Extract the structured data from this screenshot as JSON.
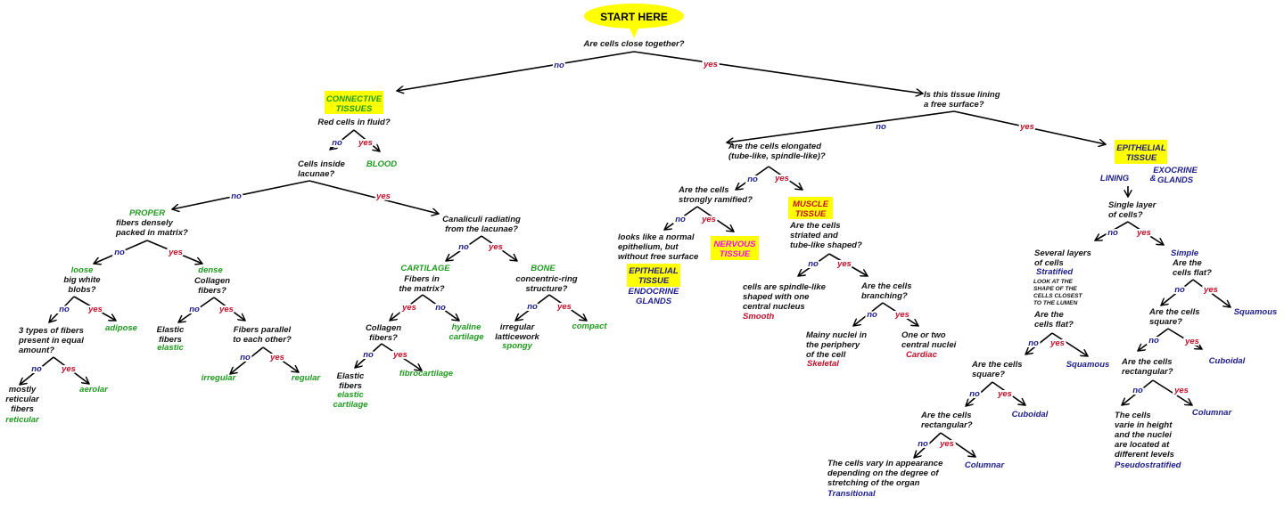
{
  "colors": {
    "question": "#111111",
    "connective": "#1f9a1f",
    "epithelial": "#1c1c8c",
    "muscle": "#c0102a",
    "nervous": "#ff00ff",
    "no": "#1c1c8c",
    "yes": "#c0102a",
    "highlight": "#ffff00"
  },
  "labels": {
    "no": "no",
    "yes": "yes"
  },
  "nodes": {
    "start": {
      "kind": "start",
      "lines": [
        "START HERE"
      ]
    },
    "q_close": {
      "kind": "question",
      "lines": [
        "Are cells close together?"
      ]
    },
    "connective": {
      "kind": "connective",
      "lines": [
        "CONNECTIVE",
        "TISSUES"
      ]
    },
    "q_red": {
      "kind": "question",
      "lines": [
        "Red cells in fluid?"
      ]
    },
    "blood": {
      "kind": "connective",
      "lines": [
        "BLOOD"
      ]
    },
    "q_lacunae": {
      "kind": "question",
      "lines": [
        "Cells inside",
        "lacunae?"
      ]
    },
    "proper": {
      "kind": "connective",
      "lines": [
        "PROPER"
      ]
    },
    "q_dense": {
      "kind": "question",
      "lines": [
        "fibers densely",
        "packed in matrix?"
      ]
    },
    "loose": {
      "kind": "connective",
      "lines": [
        "loose"
      ]
    },
    "q_blobs": {
      "kind": "question",
      "lines": [
        "big white",
        "blobs?"
      ]
    },
    "dense": {
      "kind": "connective",
      "lines": [
        "dense"
      ]
    },
    "q_collagen1": {
      "kind": "question",
      "lines": [
        "Collagen",
        "fibers?"
      ]
    },
    "q_3types": {
      "kind": "question",
      "lines": [
        "3 types of fibers",
        "present in equal",
        "amount?"
      ]
    },
    "adipose": {
      "kind": "connective",
      "lines": [
        "adipose"
      ]
    },
    "mostly": {
      "kind": "question",
      "lines": [
        "mostly",
        "reticular",
        "fibers"
      ]
    },
    "reticular": {
      "kind": "connective",
      "lines": [
        "reticular"
      ]
    },
    "aerolar": {
      "kind": "connective",
      "lines": [
        "aerolar"
      ]
    },
    "elastic_fibers1": {
      "kind": "question",
      "lines": [
        "Elastic",
        "fibers"
      ]
    },
    "elastic": {
      "kind": "connective",
      "lines": [
        "elastic"
      ]
    },
    "q_parallel": {
      "kind": "question",
      "lines": [
        "Fibers parallel",
        "to each other?"
      ]
    },
    "irregular": {
      "kind": "connective",
      "lines": [
        "irregular"
      ]
    },
    "regular": {
      "kind": "connective",
      "lines": [
        "regular"
      ]
    },
    "q_canaliculi": {
      "kind": "question",
      "lines": [
        "Canaliculi radiating",
        "from the lacunae?"
      ]
    },
    "cartilage": {
      "kind": "connective",
      "lines": [
        "CARTILAGE"
      ]
    },
    "q_fibers_matrix": {
      "kind": "question",
      "lines": [
        "Fibers in",
        "the matrix?"
      ]
    },
    "q_collagen2": {
      "kind": "question",
      "lines": [
        "Collagen",
        "fibers?"
      ]
    },
    "hyaline": {
      "kind": "connective",
      "lines": [
        "hyaline",
        "cartilage"
      ]
    },
    "elastic_fibers2": {
      "kind": "question",
      "lines": [
        "Elastic",
        "fibers"
      ]
    },
    "elastic_cartilage": {
      "kind": "connective",
      "lines": [
        "elastic",
        "cartilage"
      ]
    },
    "fibrocartilage": {
      "kind": "connective",
      "lines": [
        "fibrocartilage"
      ]
    },
    "bone": {
      "kind": "connective",
      "lines": [
        "BONE"
      ]
    },
    "q_rings": {
      "kind": "question",
      "lines": [
        "concentric-ring",
        "structure?"
      ]
    },
    "lattice": {
      "kind": "question",
      "lines": [
        "irregular",
        "latticework"
      ]
    },
    "spongy": {
      "kind": "connective",
      "lines": [
        "spongy"
      ]
    },
    "compact": {
      "kind": "connective",
      "lines": [
        "compact"
      ]
    },
    "q_lining": {
      "kind": "question",
      "lines": [
        "Is this tissue lining",
        "a free surface?"
      ]
    },
    "q_elongated": {
      "kind": "question",
      "lines": [
        "Are the cells elongated",
        "(tube-like, spindle-like)?"
      ]
    },
    "q_ramified": {
      "kind": "question",
      "lines": [
        "Are the cells",
        "strongly ramified?"
      ]
    },
    "normal_epi": {
      "kind": "question",
      "lines": [
        "looks like a normal",
        "epithelium, but",
        "without free surface"
      ]
    },
    "epi_endo": {
      "kind": "epithelial",
      "lines": [
        "EPITHELIAL",
        "TISSUE"
      ]
    },
    "endocrine": {
      "kind": "epithelial",
      "lines": [
        "ENDOCRINE",
        "GLANDS"
      ]
    },
    "nervous": {
      "kind": "nervous",
      "lines": [
        "NERVOUS",
        "TISSUE"
      ]
    },
    "muscle": {
      "kind": "muscle",
      "lines": [
        "MUSCLE",
        "TISSUE"
      ]
    },
    "q_striated": {
      "kind": "question",
      "lines": [
        "Are the cells",
        "striated and",
        "tube-like shaped?"
      ]
    },
    "spindle": {
      "kind": "question",
      "lines": [
        "cells are spindle-like",
        "shaped with one",
        "central nucleus"
      ]
    },
    "smooth": {
      "kind": "muscle",
      "lines": [
        "Smooth"
      ]
    },
    "q_branching": {
      "kind": "question",
      "lines": [
        "Are the cells",
        "branching?"
      ]
    },
    "many_nuclei": {
      "kind": "question",
      "lines": [
        "Mainy nuclei in",
        "the periphery",
        "of the cell"
      ]
    },
    "skeletal": {
      "kind": "muscle",
      "lines": [
        "Skeletal"
      ]
    },
    "one_two": {
      "kind": "question",
      "lines": [
        "One or two",
        "central nuclei"
      ]
    },
    "cardiac": {
      "kind": "muscle",
      "lines": [
        "Cardiac"
      ]
    },
    "epithelial": {
      "kind": "epithelial",
      "lines": [
        "EPITHELIAL",
        "TISSUE"
      ]
    },
    "lining": {
      "kind": "epithelial",
      "lines": [
        "LINING"
      ]
    },
    "amp": {
      "kind": "epithelial",
      "lines": [
        "&"
      ]
    },
    "exocrine": {
      "kind": "epithelial",
      "lines": [
        "EXOCRINE",
        "GLANDS"
      ]
    },
    "q_single": {
      "kind": "question",
      "lines": [
        "Single layer",
        "of cells?"
      ]
    },
    "several": {
      "kind": "question",
      "lines": [
        "Several layers",
        "of cells"
      ]
    },
    "stratified": {
      "kind": "epithelial",
      "lines": [
        "Stratified"
      ]
    },
    "look": {
      "kind": "question",
      "lines": [
        "LOOK AT THE",
        "SHAPE OF THE",
        "CELLS CLOSEST",
        "TO THE LUMEN"
      ]
    },
    "q_strat_flat": {
      "kind": "question",
      "lines": [
        "Are the",
        "cells  flat?"
      ]
    },
    "strat_squamous": {
      "kind": "epithelial",
      "lines": [
        "Squamous"
      ]
    },
    "q_strat_square": {
      "kind": "question",
      "lines": [
        "Are the cells",
        "square?"
      ]
    },
    "strat_cuboidal": {
      "kind": "epithelial",
      "lines": [
        "Cuboidal"
      ]
    },
    "q_strat_rect": {
      "kind": "question",
      "lines": [
        "Are the cells",
        "rectangular?"
      ]
    },
    "vary": {
      "kind": "question",
      "lines": [
        "The cells vary in appearance",
        "depending on the degree of",
        "stretching of the organ"
      ]
    },
    "transitional": {
      "kind": "epithelial",
      "lines": [
        "Transitional"
      ]
    },
    "strat_columnar": {
      "kind": "epithelial",
      "lines": [
        "Columnar"
      ]
    },
    "simple": {
      "kind": "epithelial",
      "lines": [
        "Simple"
      ]
    },
    "q_simple_flat": {
      "kind": "question",
      "lines": [
        "Are the",
        "cells  flat?"
      ]
    },
    "simple_squamous": {
      "kind": "epithelial",
      "lines": [
        "Squamous"
      ]
    },
    "q_simple_square": {
      "kind": "question",
      "lines": [
        "Are the cells",
        "square?"
      ]
    },
    "simple_cuboidal": {
      "kind": "epithelial",
      "lines": [
        "Cuboidal"
      ]
    },
    "q_simple_rect": {
      "kind": "question",
      "lines": [
        "Are the cells",
        "rectangular?"
      ]
    },
    "varie": {
      "kind": "question",
      "lines": [
        "The cells",
        "varie in height",
        "and the nuclei",
        "are located at",
        "different levels"
      ]
    },
    "pseudo": {
      "kind": "epithelial",
      "lines": [
        "Pseudostratified"
      ]
    },
    "simple_columnar": {
      "kind": "epithelial",
      "lines": [
        "Columnar"
      ]
    }
  }
}
